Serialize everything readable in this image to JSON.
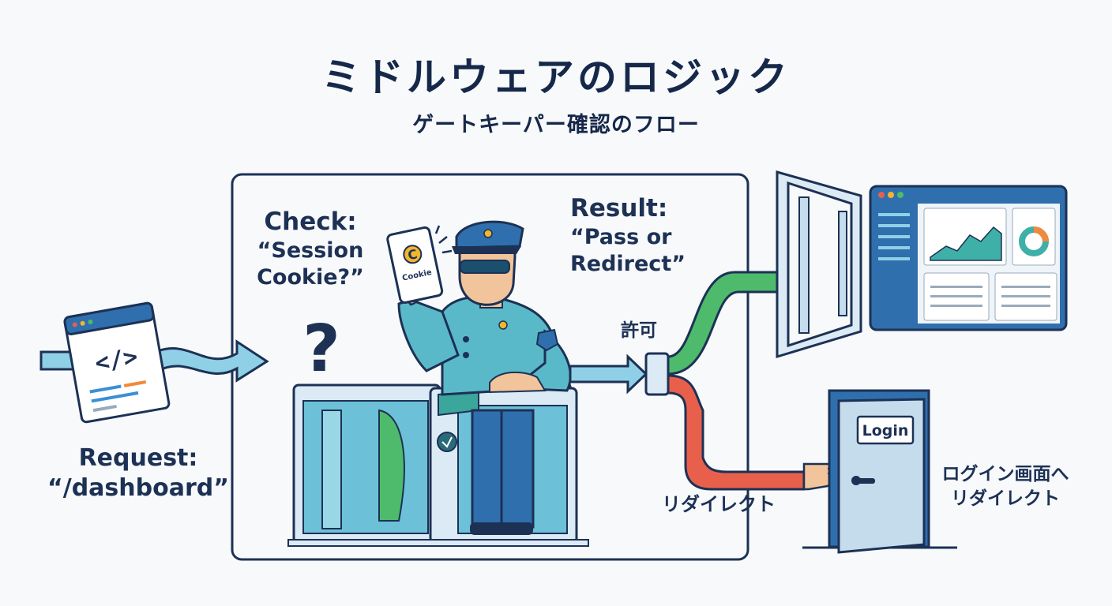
{
  "title": "ミドルウェアのロジック",
  "subtitle": "ゲートキーパー確認のフロー",
  "check": {
    "line1": "Check:",
    "line2": "“Session",
    "line3": "Cookie?”"
  },
  "result": {
    "line1": "Result:",
    "line2": "“Pass or",
    "line3": "Redirect”"
  },
  "request": {
    "line1": "Request:",
    "line2": "“/dashboard”"
  },
  "allow_label": "許可",
  "redirect_label": "リダイレクト",
  "login_screen": {
    "line1": "ログイン画面へ",
    "line2": "リダイレクト"
  },
  "door_sign": "Login",
  "ticket_text": "Cookie",
  "ticket_letter": "C",
  "code_glyph": "</>",
  "question_mark": "?",
  "colors": {
    "navy": "#1d3155",
    "allow_green": "#4dbb6b",
    "redirect_red": "#e8604c",
    "flow_blue": "#8fd0e6",
    "teal": "#3fb0a8"
  },
  "icons": [
    "code-window-icon",
    "question-mark-icon",
    "security-guard-icon",
    "cookie-ticket-icon",
    "turnstile-icon",
    "open-door-icon",
    "dashboard-window-icon",
    "login-door-icon",
    "pointing-hand-icon"
  ]
}
